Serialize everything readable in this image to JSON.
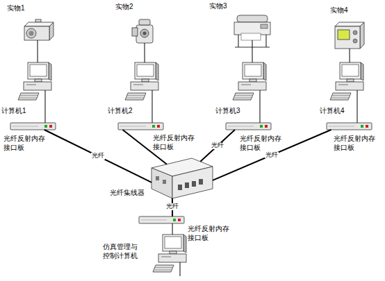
{
  "diagram": {
    "nodes": [
      {
        "text": [
          "实物1"
        ]
      },
      {
        "text": [
          "实物2"
        ]
      },
      {
        "text": [
          "实物3"
        ]
      },
      {
        "text": [
          "实物4"
        ]
      },
      {
        "text": [
          "计算机1"
        ]
      },
      {
        "text": [
          "计算机2"
        ]
      },
      {
        "text": [
          "计算机3"
        ]
      },
      {
        "text": [
          "计算机4"
        ]
      },
      {
        "text": [
          "光纤反射内存接口板"
        ]
      },
      {
        "text": [
          "光纤反射内存接口板"
        ]
      },
      {
        "text": [
          "光纤反射内存接口板"
        ]
      },
      {
        "text": [
          "光纤反射内存接口板"
        ]
      },
      {
        "text": [
          "光纤集线器"
        ]
      },
      {
        "text": [
          "光纤反射内存接口板"
        ]
      },
      {
        "text": [
          "仿真管理与控制计算机"
        ]
      }
    ],
    "edges": [
      {
        "from": 0,
        "to": 4,
        "arrow": "none"
      },
      {
        "from": 1,
        "to": 5,
        "arrow": "none"
      },
      {
        "from": 2,
        "to": 6,
        "arrow": "none"
      },
      {
        "from": 3,
        "to": 7,
        "arrow": "none"
      },
      {
        "from": 4,
        "to": 8,
        "arrow": "none"
      },
      {
        "from": 5,
        "to": 9,
        "arrow": "none"
      },
      {
        "from": 6,
        "to": 10,
        "arrow": "none"
      },
      {
        "from": 7,
        "to": 11,
        "arrow": "none"
      },
      {
        "from": 8,
        "to": 12,
        "label": "光纤",
        "arrow": "none"
      },
      {
        "from": 9,
        "to": 12,
        "arrow": "none"
      },
      {
        "from": 10,
        "to": 12,
        "label": "光纤",
        "arrow": "none"
      },
      {
        "from": 11,
        "to": 12,
        "label": "光纤",
        "arrow": "none"
      },
      {
        "from": 12,
        "to": 13,
        "label": "光纤",
        "arrow": "none"
      },
      {
        "from": 13,
        "to": 14,
        "arrow": "none"
      }
    ]
  }
}
